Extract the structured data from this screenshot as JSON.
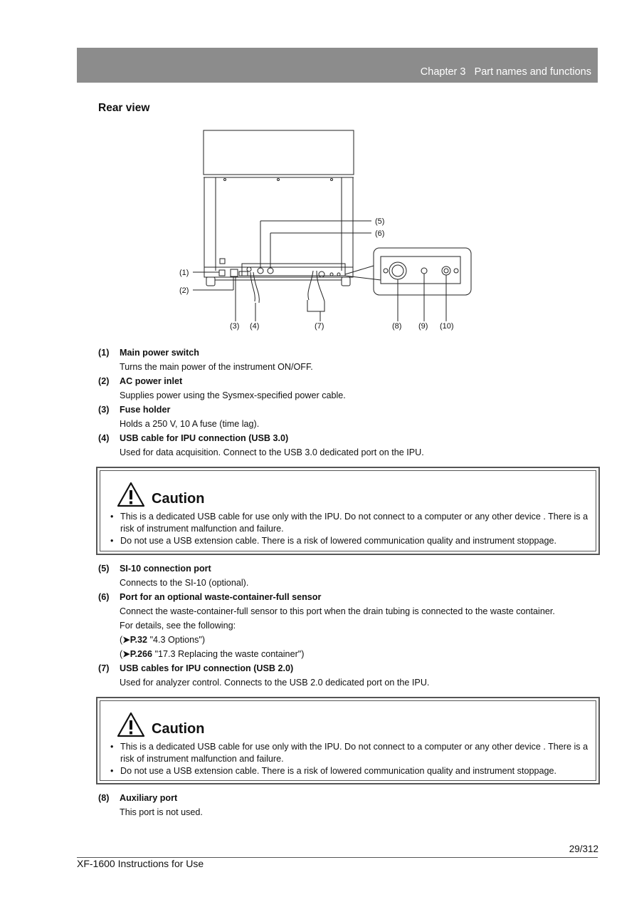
{
  "header": {
    "chapter": "Chapter 3",
    "title": "Part names and functions"
  },
  "section_title": "Rear view",
  "diagram": {
    "callouts": [
      "(1)",
      "(2)",
      "(3)",
      "(4)",
      "(5)",
      "(6)",
      "(7)",
      "(8)",
      "(9)",
      "(10)"
    ]
  },
  "items_a": [
    {
      "num": "(1)",
      "name": "Main power switch",
      "desc": [
        "Turns the main power of the instrument ON/OFF."
      ]
    },
    {
      "num": "(2)",
      "name": "AC power inlet",
      "desc": [
        "Supplies power using the Sysmex-specified power cable."
      ]
    },
    {
      "num": "(3)",
      "name": "Fuse holder",
      "desc": [
        "Holds a 250 V, 10 A fuse (time lag)."
      ]
    },
    {
      "num": "(4)",
      "name": "USB cable for IPU connection (USB 3.0)",
      "desc": [
        "Used for data acquisition. Connect to the USB 3.0 dedicated port on the IPU."
      ]
    }
  ],
  "caution1": {
    "title": "Caution",
    "bullets": [
      "This is a dedicated USB cable for use only with the IPU. Do not connect to a computer or any other device . There is a risk of instrument malfunction and failure.",
      "Do not use a USB extension cable. There is a risk of lowered communication quality and instrument stoppage."
    ]
  },
  "items_b": [
    {
      "num": "(5)",
      "name": "SI-10 connection port",
      "desc": [
        "Connects to the SI-10 (optional)."
      ]
    },
    {
      "num": "(6)",
      "name": "Port for an optional waste-container-full sensor",
      "desc": [
        "Connect the waste-container-full sensor to this port when the drain tubing is connected to the waste container.",
        "For details, see the following:"
      ],
      "refs": [
        {
          "page": "P.32",
          "text": "\"4.3    Options\")"
        },
        {
          "page": "P.266",
          "text": "\"17.3    Replacing the waste container\")"
        }
      ]
    },
    {
      "num": "(7)",
      "name": "USB cables for IPU connection (USB 2.0)",
      "desc": [
        "Used for analyzer control. Connects to the USB 2.0 dedicated port on the IPU."
      ]
    }
  ],
  "caution2": {
    "title": "Caution",
    "bullets": [
      "This is a dedicated USB cable for use only with the IPU. Do not connect to a computer or any other device . There is a risk of instrument malfunction and failure.",
      "Do not use a USB extension cable. There is a risk of lowered communication quality and instrument stoppage."
    ]
  },
  "items_c": [
    {
      "num": "(8)",
      "name": "Auxiliary port",
      "desc": [
        "This port is not used."
      ]
    }
  ],
  "footer": {
    "page": "29/312",
    "doc": "XF-1600  Instructions for Use"
  }
}
